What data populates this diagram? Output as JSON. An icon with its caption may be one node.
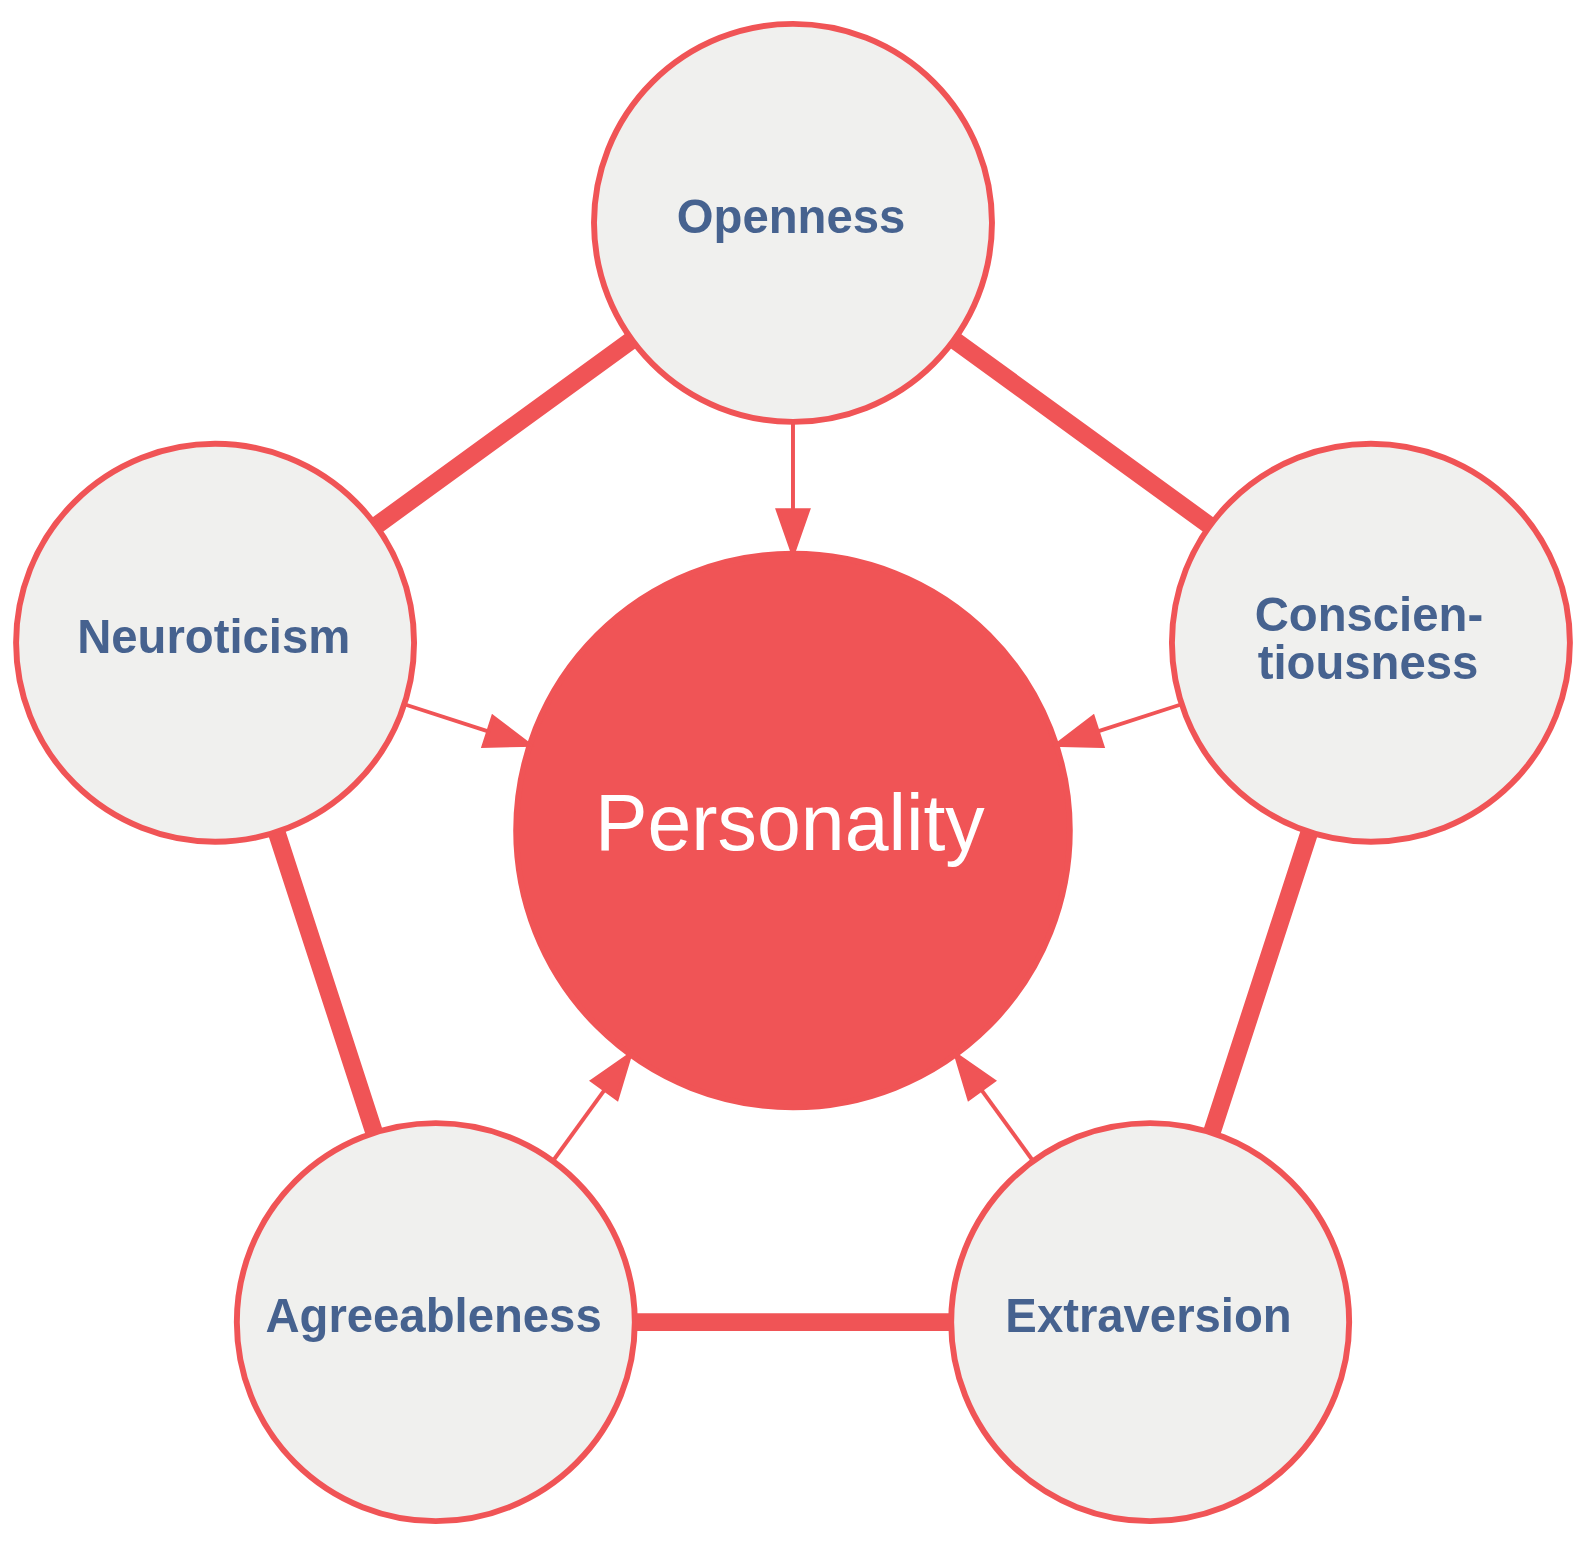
{
  "diagram": {
    "nodes": [
      {
        "text": [
          "Openness"
        ]
      },
      {
        "text": [
          "Neuroticism"
        ]
      },
      {
        "text": [
          "Conscien- tiousness"
        ]
      },
      {
        "text": [
          "Personality"
        ]
      },
      {
        "text": [
          "Agreeableness"
        ]
      },
      {
        "text": [
          "Extraversion"
        ]
      }
    ],
    "edges": [
      {
        "from": 0,
        "to": 3,
        "arrow": "to"
      },
      {
        "from": 2,
        "to": 3,
        "arrow": "to"
      },
      {
        "from": 5,
        "to": 3,
        "arrow": "to"
      },
      {
        "from": 4,
        "to": 3,
        "arrow": "to"
      },
      {
        "from": 1,
        "to": 3,
        "arrow": "to"
      },
      {
        "from": 0,
        "to": 2,
        "arrow": "none",
        "style": "thick"
      },
      {
        "from": 2,
        "to": 5,
        "arrow": "none",
        "style": "thick"
      },
      {
        "from": 5,
        "to": 4,
        "arrow": "none",
        "style": "thick"
      },
      {
        "from": 4,
        "to": 1,
        "arrow": "none",
        "style": "thick"
      },
      {
        "from": 1,
        "to": 0,
        "arrow": "none",
        "style": "thick"
      }
    ]
  }
}
